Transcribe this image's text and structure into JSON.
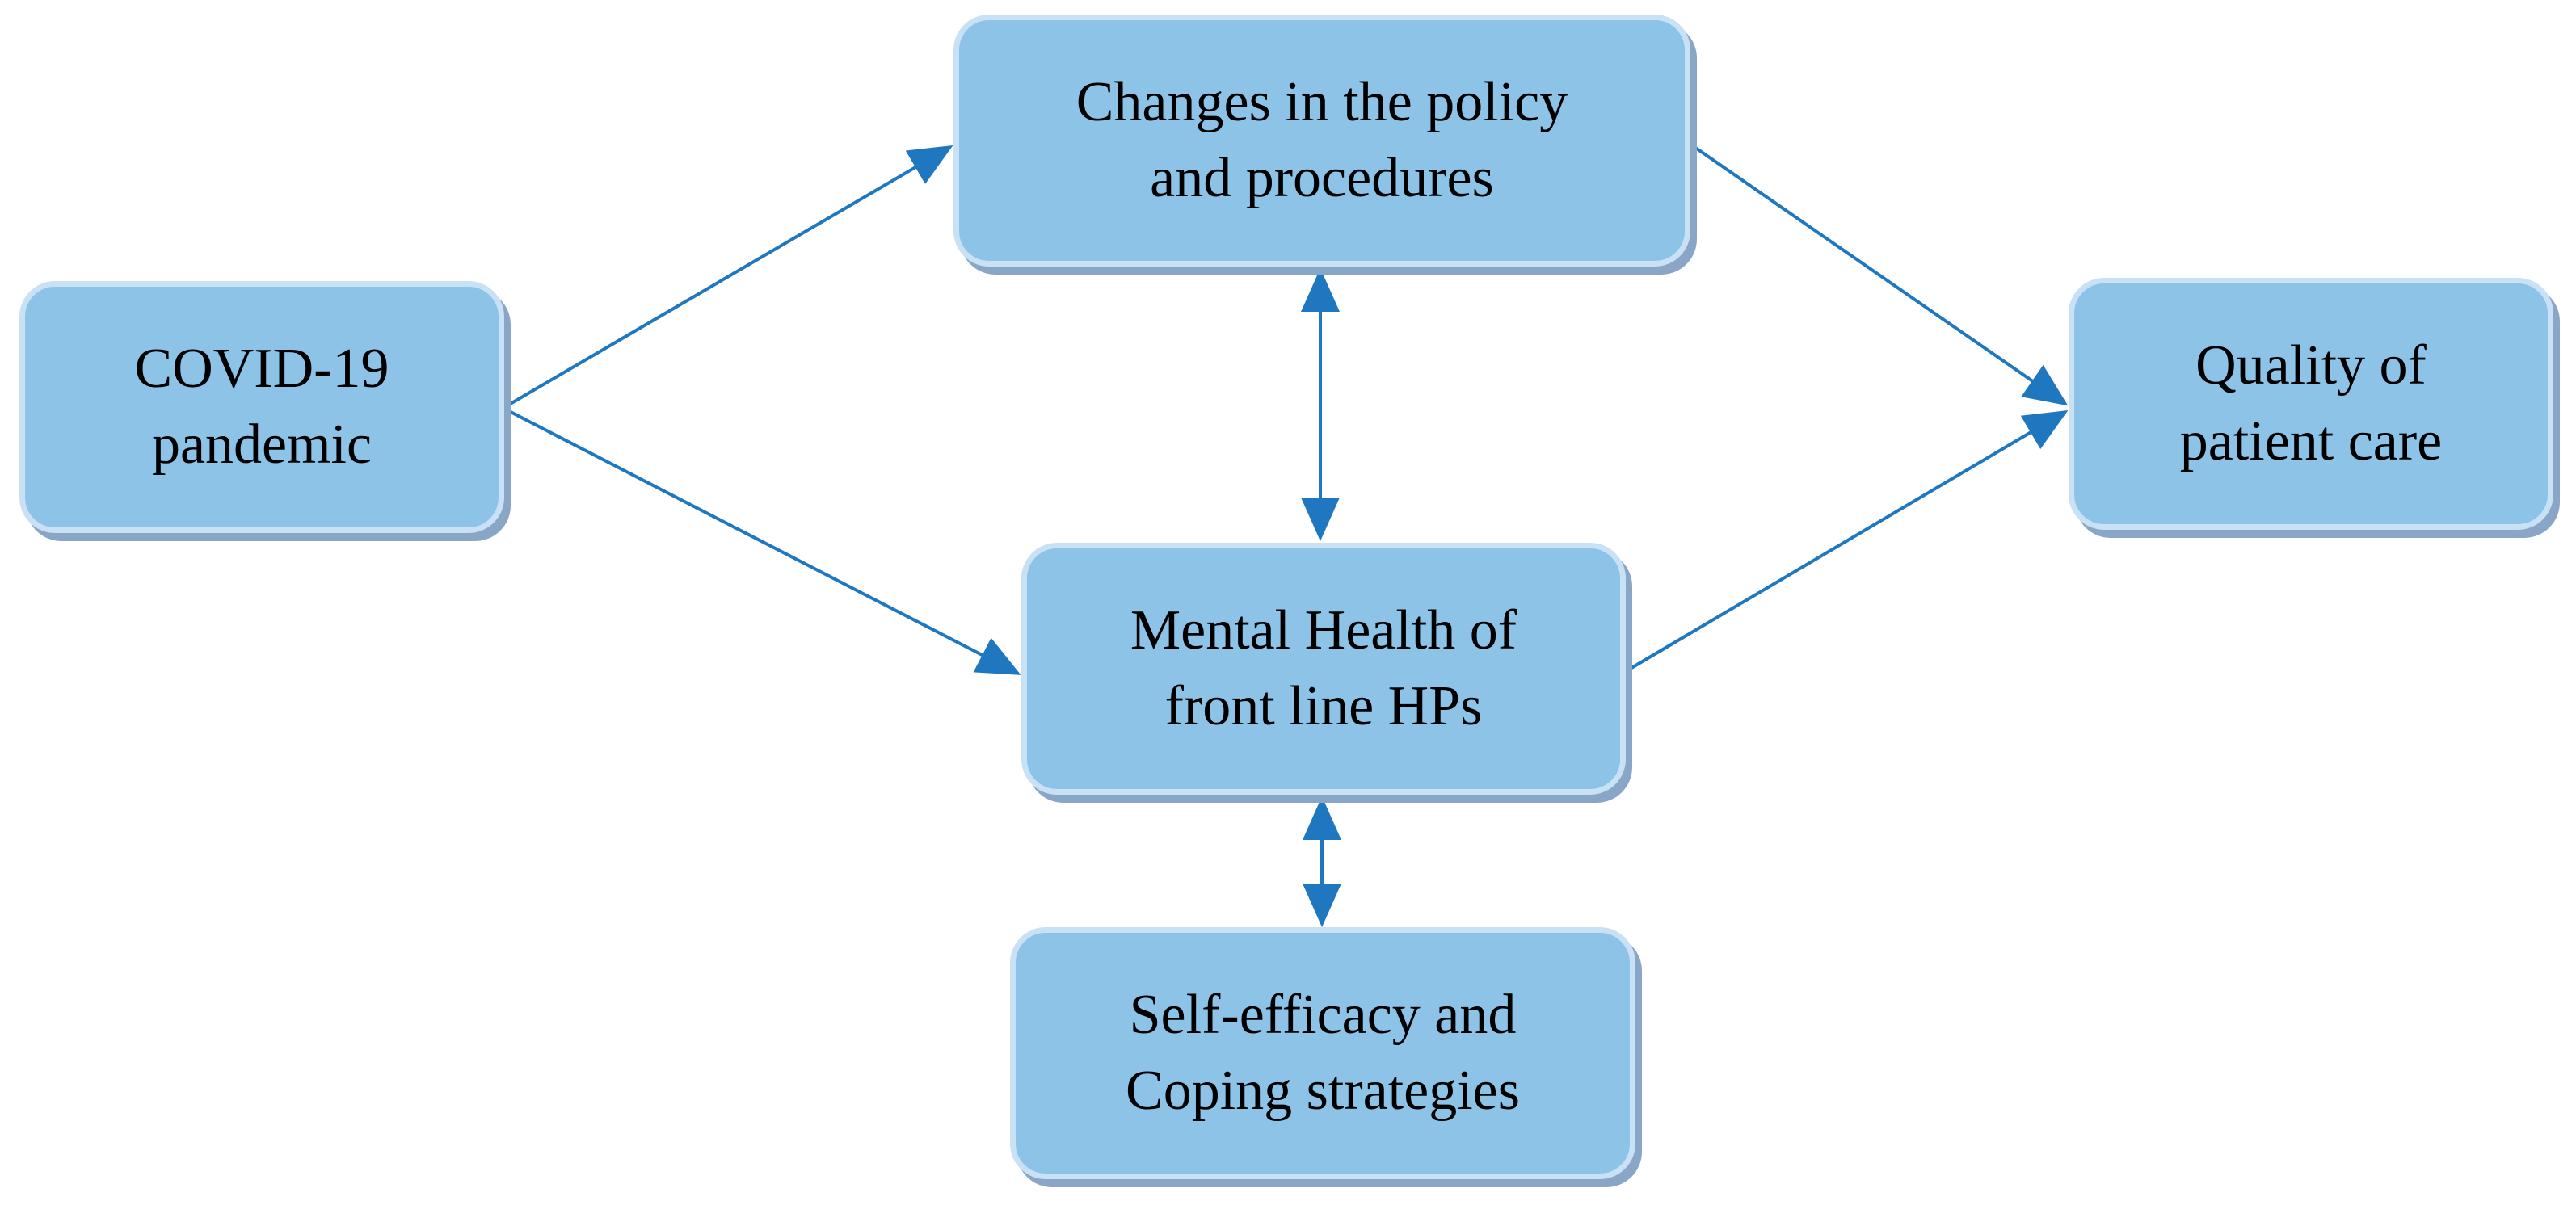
{
  "diagram": {
    "colors": {
      "box_fill": "#8ec3e8",
      "box_border": "#c9e1f4",
      "box_shadow": "#8aa6c6",
      "arrow": "#1f78bf",
      "text": "#000000"
    },
    "nodes": {
      "covid": {
        "label": "COVID-19\npandemic"
      },
      "policy": {
        "label": "Changes in the policy\nand procedures"
      },
      "quality": {
        "label": "Quality of\npatient care"
      },
      "mental": {
        "label": "Mental Health of\nfront line HPs"
      },
      "selfeff": {
        "label": "Self-efficacy and\nCoping strategies"
      }
    },
    "edges": [
      {
        "from": "covid",
        "to": "policy",
        "direction": "forward"
      },
      {
        "from": "covid",
        "to": "mental",
        "direction": "forward"
      },
      {
        "from": "policy",
        "to": "quality",
        "direction": "forward"
      },
      {
        "from": "mental",
        "to": "quality",
        "direction": "forward"
      },
      {
        "from": "policy",
        "to": "mental",
        "direction": "both"
      },
      {
        "from": "mental",
        "to": "selfeff",
        "direction": "both"
      }
    ]
  }
}
